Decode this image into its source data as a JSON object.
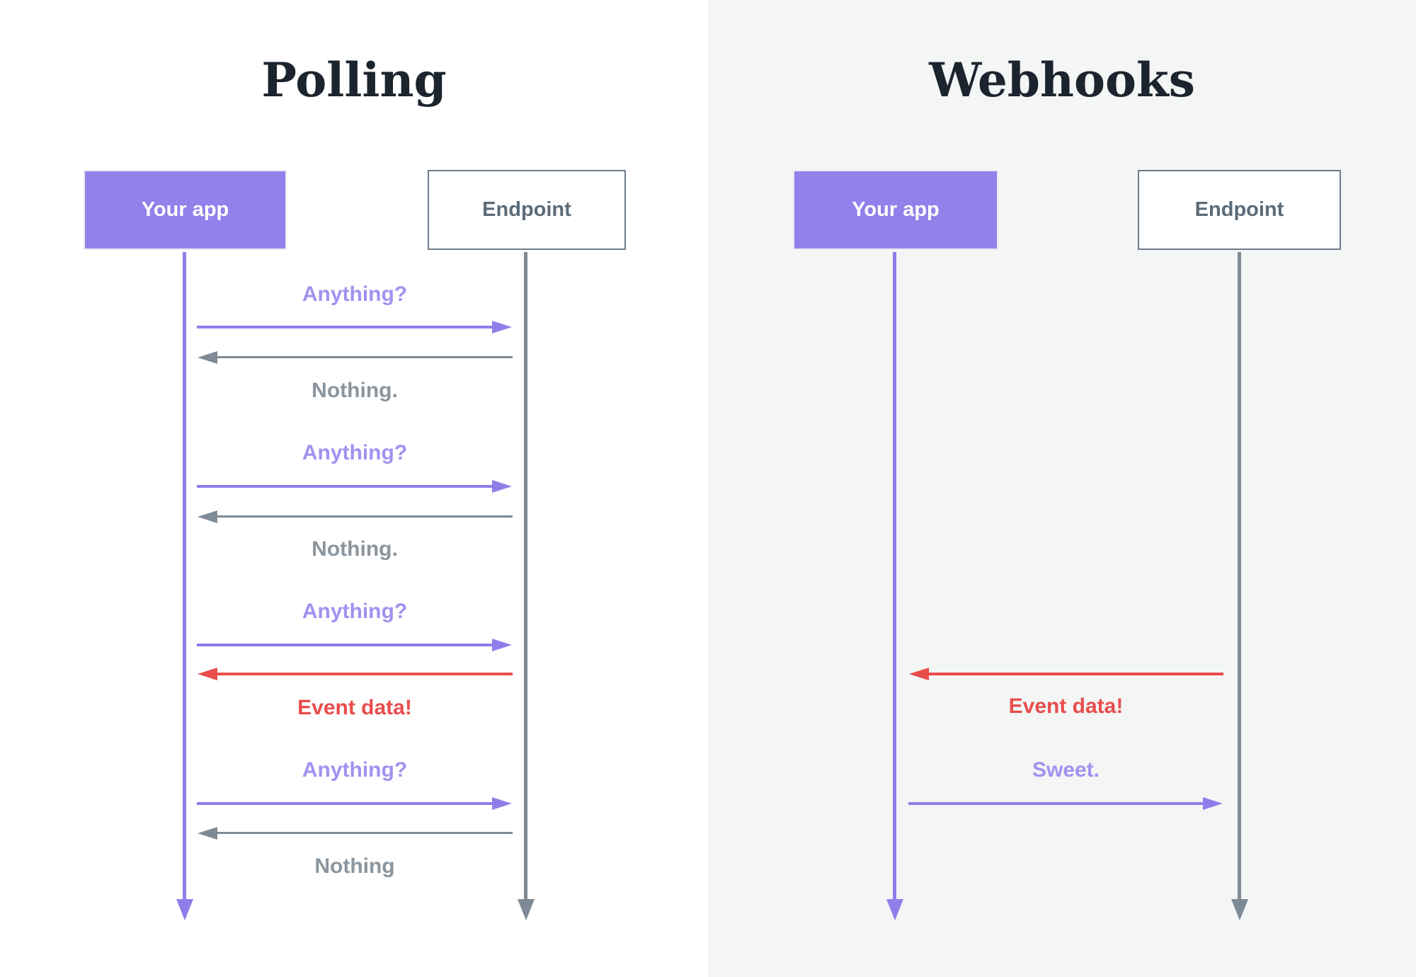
{
  "colors": {
    "purple_box": "#9181ea",
    "purple_arrow": "#8f7eea",
    "purple_text": "#a192f0",
    "gray": "#7e8a95",
    "gray_text": "#8b959e",
    "red": "#e84d4c",
    "title_color": "#1c242e",
    "endpoint_text": "#5c6b78",
    "endpoint_border": "#6e7b88",
    "right_panel_bg": "#f4f5f5",
    "left_panel_bg": "#ffffff"
  },
  "polling": {
    "title": "Polling",
    "your_app_label": "Your app",
    "endpoint_label": "Endpoint",
    "exchanges": [
      {
        "request": "Anything?",
        "response": "Nothing.",
        "response_type": "nothing"
      },
      {
        "request": "Anything?",
        "response": "Nothing.",
        "response_type": "nothing"
      },
      {
        "request": "Anything?",
        "response": "Event data!",
        "response_type": "event"
      },
      {
        "request": "Anything?",
        "response": "Nothing",
        "response_type": "nothing"
      }
    ]
  },
  "webhooks": {
    "title": "Webhooks",
    "your_app_label": "Your app",
    "endpoint_label": "Endpoint",
    "messages": [
      {
        "label": "Event data!",
        "direction": "endpoint-to-app",
        "type": "event"
      },
      {
        "label": "Sweet.",
        "direction": "app-to-endpoint",
        "type": "ack"
      }
    ]
  }
}
